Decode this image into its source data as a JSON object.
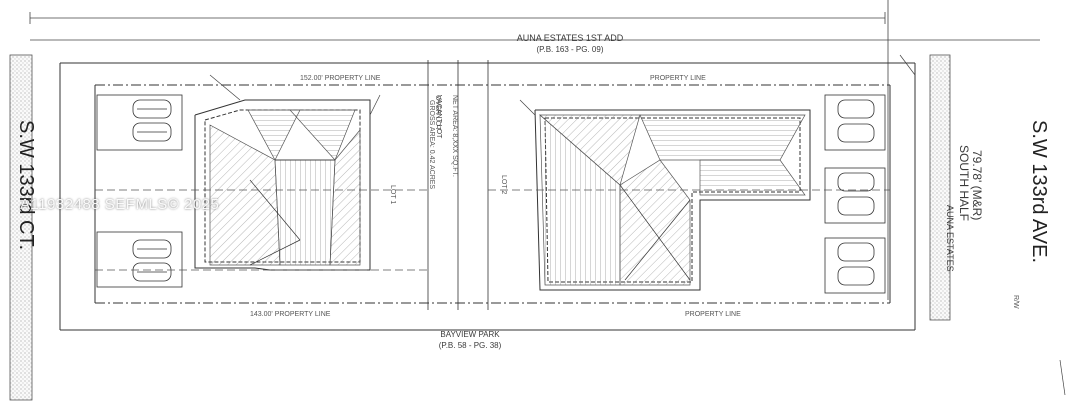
{
  "header": {
    "subdivision": "AUNA ESTATES 1ST ADD",
    "plat_book": "(P.B. 163 - PG. 09)"
  },
  "footer": {
    "subdivision": "BAYVIEW PARK",
    "plat_book": "(P.B. 58 - PG. 38)"
  },
  "streets": {
    "left": "S.W 133rd CT.",
    "right": "S.W 133rd AVE."
  },
  "property_lines": {
    "top_left": "152.00' PROPERTY LINE",
    "top_right": "PROPERTY LINE",
    "bottom_left": "143.00' PROPERTY LINE",
    "bottom_right": "PROPERTY LINE"
  },
  "center_parcel": {
    "title": "VACANT LOT",
    "line1": "NET AREA: 8,XXX SQ.FT.",
    "line2": "OVER LOT",
    "line3": "GROSS AREA: 0.42 ACRES"
  },
  "lots": {
    "left": "LOT 1",
    "right": "LOT 2"
  },
  "right_parcel": {
    "subdivision": "AUNA ESTATES",
    "detail": "SOUTH HALF",
    "dimension": "79.78' (M&R)"
  },
  "right_row": "R/W",
  "watermark": "A11932488 SEFMLS© 2025"
}
